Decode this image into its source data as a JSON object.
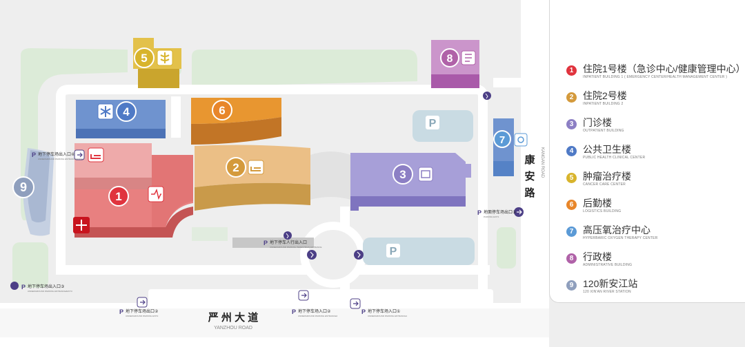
{
  "colors": {
    "b1": "#e88080",
    "b2": "#e3b56a",
    "b3": "#9a90cc",
    "b4": "#6f93cf",
    "b5": "#e3c14a",
    "b6": "#e89630",
    "b7": "#6f93cf",
    "b8": "#b879b8",
    "b9": "#8aa0c2",
    "legend_colors": [
      "#e0343e",
      "#d49a3c",
      "#8c7fc4",
      "#4f7ac6",
      "#d8b42c",
      "#e8862a",
      "#5b9ad6",
      "#b062a8",
      "#8f9fbd"
    ]
  },
  "map": {
    "building_numbers": [
      "1",
      "2",
      "3",
      "4",
      "5",
      "6",
      "7",
      "8",
      "9"
    ],
    "parking_letter": "P",
    "kangan_road_chars": [
      "康",
      "安",
      "路"
    ],
    "kangan_road_en": "KANGAN ROAD",
    "yanzhou_road_zh": "严 州 大 道",
    "yanzhou_road_en": "YANZHOU ROAD",
    "parking_exit_2": {
      "zh": "地下停车场出口②",
      "en": "UNDERGROUND PARKING EXIT2"
    },
    "parking_entrance_2": {
      "zh": "地下停车场入口②",
      "en": "UNDERGROUND PARKING ENTRANCE2"
    },
    "parking_entrance_1": {
      "zh": "地下停车场入口①",
      "en": "UNDERGROUND PARKING ENTRANCE1"
    },
    "parking_entrance_exit_3": {
      "zh": "地下停车场出入口③",
      "en": "UNDERGROUND PARKING ENTRANCE/EXIT3"
    },
    "parking_entrance_exit_4": {
      "zh": "地下停车场出入口④",
      "en": "UNDERGROUND PARKING ENTRANCE/EXIT4"
    },
    "parking_exit_1": {
      "zh": "地面停车场出口①",
      "en": "PARKING EXIT1"
    },
    "pedestrian_entrance_exit": {
      "zh": "地下停车人行出入口",
      "en": "UNDERGROUND PARKING PEDESTRIAN ENTRANCE"
    }
  },
  "legend": [
    {
      "num": "1",
      "zh": "住院1号楼（急诊中心/健康管理中心）",
      "en": "INPATIENT BUILDING 1 ( EMERGENCY CENTER/HEALTH MANAGEMENT CENTER )"
    },
    {
      "num": "2",
      "zh": "住院2号楼",
      "en": "INPATIENT BUILDING 2"
    },
    {
      "num": "3",
      "zh": "门诊楼",
      "en": "OUTPATIENT BUILDING"
    },
    {
      "num": "4",
      "zh": "公共卫生楼",
      "en": "PUBLIC HEALTH CLINICAL CENTER"
    },
    {
      "num": "5",
      "zh": "肿瘤治疗楼",
      "en": "CANCER CARE CENTER"
    },
    {
      "num": "6",
      "zh": "后勤楼",
      "en": "LOGISTICS BUILDING"
    },
    {
      "num": "7",
      "zh": "高压氧治疗中心",
      "en": "HYPERBARIC OXYGEN THERAPY CENTER"
    },
    {
      "num": "8",
      "zh": "行政楼",
      "en": "ADMINISTRATIVE BUILDING"
    },
    {
      "num": "9",
      "zh": "120新安江站",
      "en": "120 XIN'AN RIVER STATION"
    }
  ]
}
